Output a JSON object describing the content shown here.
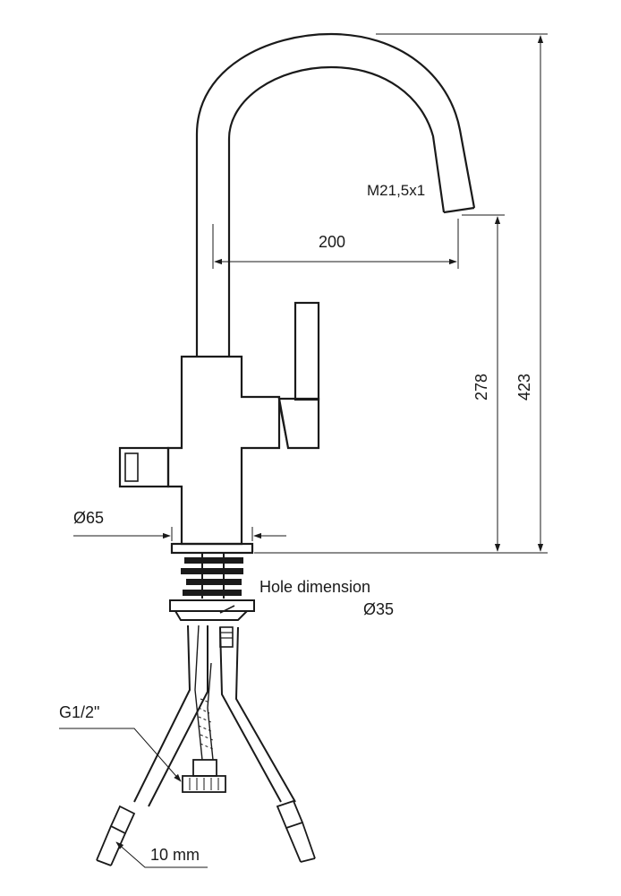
{
  "dimensions": {
    "thread": "M21,5x1",
    "reach": "200",
    "spout_height": "278",
    "total_height": "423",
    "base_diameter": "Ø65",
    "hole_title": "Hole dimension",
    "hole_value": "Ø35",
    "connection": "G1/2\"",
    "hose_size": "10 mm"
  },
  "colors": {
    "line": "#1a1a1a",
    "background": "#ffffff"
  }
}
